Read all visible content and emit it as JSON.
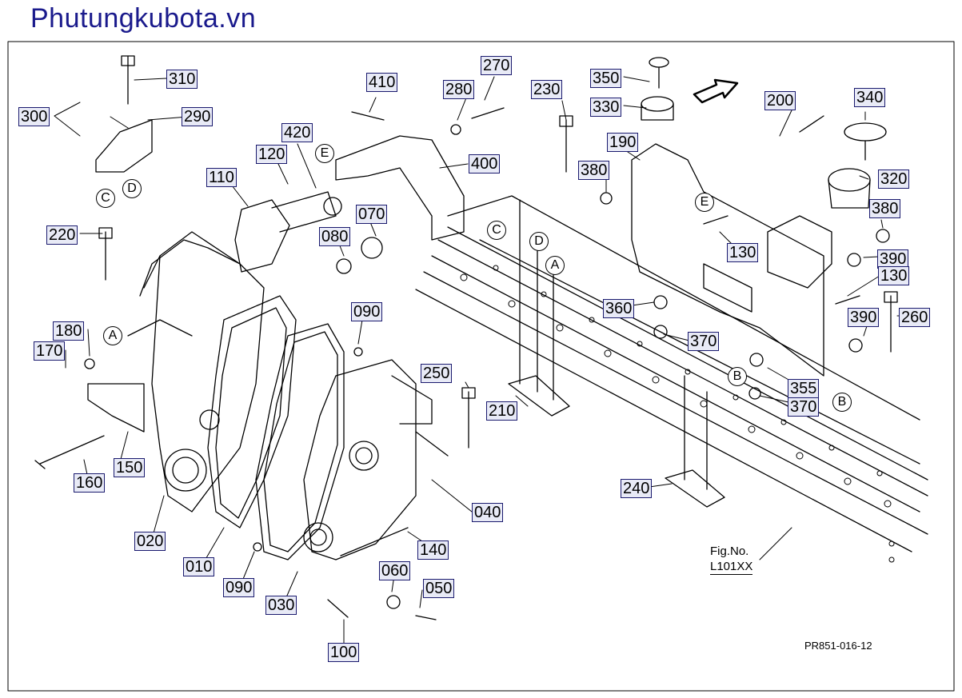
{
  "site": {
    "title": "Phutungkubota.vn"
  },
  "figure": {
    "label": "Fig.No.",
    "number": "L101XX"
  },
  "drawing_code": "PR851-016-12",
  "parts": [
    "310",
    "300",
    "290",
    "410",
    "270",
    "280",
    "230",
    "350",
    "330",
    "200",
    "340",
    "420",
    "120",
    "110",
    "400",
    "190",
    "380",
    "320",
    "220",
    "070",
    "080",
    "130",
    "390",
    "360",
    "370",
    "180",
    "170",
    "090",
    "250",
    "355",
    "210",
    "150",
    "160",
    "040",
    "240",
    "140",
    "020",
    "010",
    "090",
    "060",
    "050",
    "030",
    "100",
    "380",
    "390",
    "130",
    "260",
    "370"
  ],
  "refs": [
    "C",
    "D",
    "E",
    "C",
    "D",
    "A",
    "E",
    "A",
    "B",
    "B"
  ]
}
